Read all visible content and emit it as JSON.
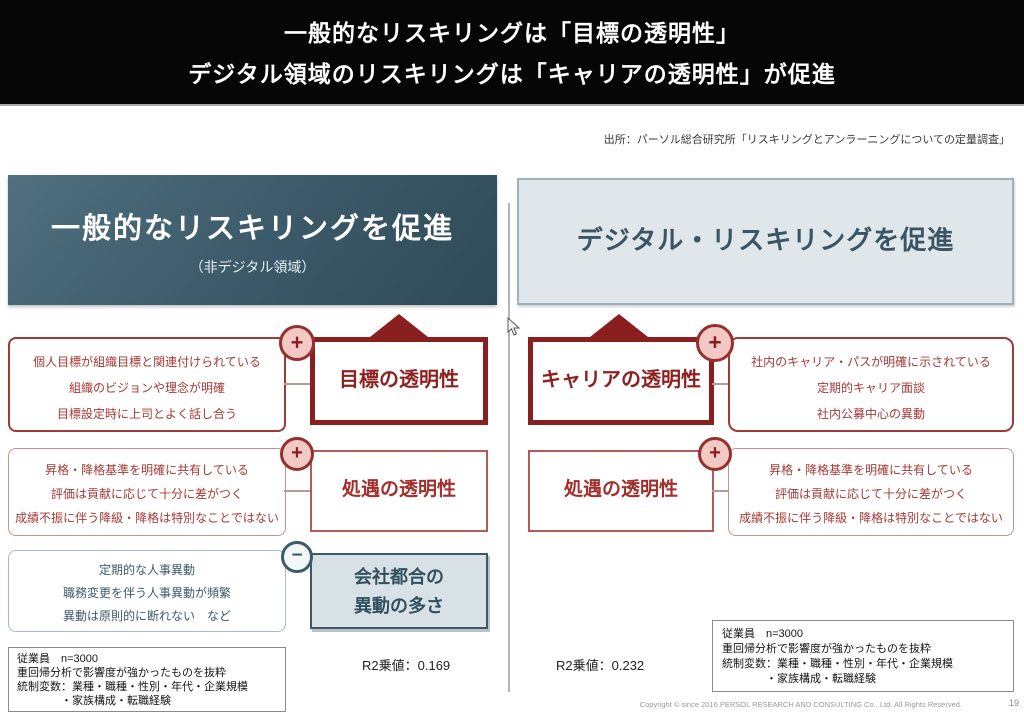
{
  "banner": {
    "line1": "一般的なリスキリングは「目標の透明性」",
    "line2": "デジタル領域のリスキリングは「キャリアの透明性」が促進"
  },
  "source": "出所：パーソル総合研究所「リスキリングとアンラーニングについての定量調査」",
  "left": {
    "title": "一般的なリスキリングを促進",
    "subtitle": "（非デジタル領域）",
    "rows": [
      {
        "sign": "+",
        "label": "目標の透明性",
        "items": [
          "個人目標が組織目標と関連付けられている",
          "組織のビジョンや理念が明確",
          "目標設定時に上司とよく話し合う"
        ]
      },
      {
        "sign": "+",
        "label": "処遇の透明性",
        "items": [
          "昇格・降格基準を明確に共有している",
          "評価は貢献に応じて十分に差がつく",
          "成績不振に伴う降級・降格は特別なことではない"
        ]
      },
      {
        "sign": "−",
        "label_line1": "会社都合の",
        "label_line2": "異動の多さ",
        "items": [
          "定期的な人事異動",
          "職務変更を伴う人事異動が頻繁",
          "異動は原則的に断れない　など"
        ]
      }
    ],
    "r2": "R2乗値：0.169",
    "note": [
      "従業員　n=3000",
      "重回帰分析で影響度が強かったものを抜粋",
      "統制変数：業種・職種・性別・年代・企業規模",
      "　　　　・家族構成・転職経験"
    ]
  },
  "right": {
    "title": "デジタル・リスキリングを促進",
    "rows": [
      {
        "sign": "+",
        "label": "キャリアの透明性",
        "items": [
          "社内のキャリア・パスが明確に示されている",
          "定期的キャリア面談",
          "社内公募中心の異動"
        ]
      },
      {
        "sign": "+",
        "label": "処遇の透明性",
        "items": [
          "昇格・降格基準を明確に共有している",
          "評価は貢献に応じて十分に差がつく",
          "成績不振に伴う降級・降格は特別なことではない"
        ]
      }
    ],
    "r2": "R2乗値：0.232",
    "note": [
      "従業員　n=3000",
      "重回帰分析で影響度が強かったものを抜粋",
      "統制変数：業種・職種・性別・年代・企業規模",
      "　　　　・家族構成・転職経験"
    ]
  },
  "footer": {
    "copyright": "Copyright © since 2016 PERSOL RESEARCH AND CONSULTING Co., Ltd. All Rights Reserved.",
    "page": "19"
  },
  "colors": {
    "dark_red": "#8a1f1f",
    "red_text": "#a63936",
    "pink_circle": "#f3c9c5",
    "teal": "#3c5a68",
    "header_teal": "#3b5968",
    "light_panel": "#e0e7eb"
  }
}
